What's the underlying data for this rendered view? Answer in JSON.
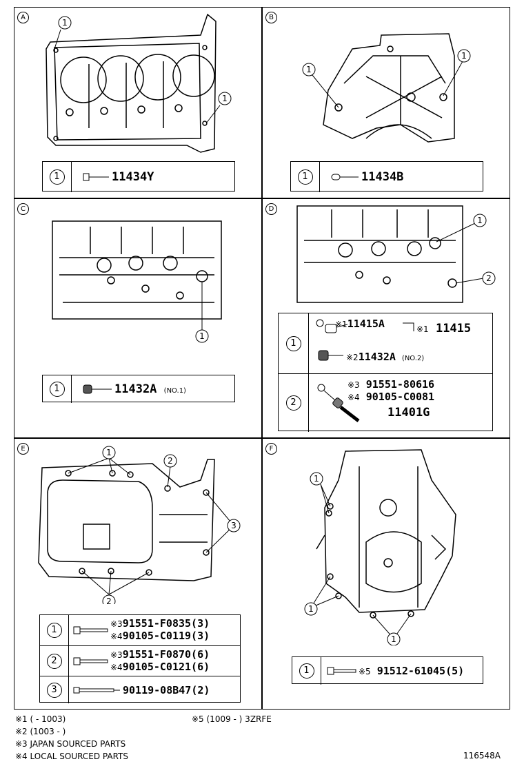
{
  "panels": {
    "A": {
      "tag": "A",
      "callout": "1",
      "row": {
        "num": "1",
        "part": "11434Y"
      }
    },
    "B": {
      "tag": "B",
      "callout": "1",
      "row": {
        "num": "1",
        "part": "11434B"
      }
    },
    "C": {
      "tag": "C",
      "callout": "1",
      "row": {
        "num": "1",
        "part": "11432A",
        "suffix": "(NO.1)"
      }
    },
    "D": {
      "tag": "D",
      "callout1": "1",
      "callout2": "2",
      "row1": {
        "num": "1",
        "mark1": "※1",
        "part1": "11415A",
        "mark2": "※1",
        "part2": "11415",
        "mark3": "※2",
        "part3": "11432A",
        "suffix3": "(NO.2)"
      },
      "row2": {
        "num": "2",
        "mark1": "※3",
        "part1": "91551-80616",
        "mark2": "※4",
        "part2": "90105-C0081",
        "part3": "11401G"
      }
    },
    "E": {
      "tag": "E",
      "callout1": "1",
      "callout2": "2",
      "callout3": "3",
      "row1": {
        "num": "1",
        "mark1": "※3",
        "part1": "91551-F0835(3)",
        "mark2": "※4",
        "part2": "90105-C0119(3)"
      },
      "row2": {
        "num": "2",
        "mark1": "※3",
        "part1": "91551-F0870(6)",
        "mark2": "※4",
        "part2": "90105-C0121(6)"
      },
      "row3": {
        "num": "3",
        "part": "90119-08B47(2)"
      }
    },
    "F": {
      "tag": "F",
      "callout": "1",
      "row": {
        "num": "1",
        "mark": "※5",
        "part": "91512-61045(5)"
      }
    }
  },
  "notes": {
    "n1": "※1 (        - 1003)",
    "n2": "※2 (1003 -        )",
    "n3": "※3 JAPAN SOURCED PARTS",
    "n4": "※4 LOCAL SOURCED PARTS",
    "n5": "※5 (1009 -         ) 3ZRFE"
  },
  "figure_id": "116548A"
}
